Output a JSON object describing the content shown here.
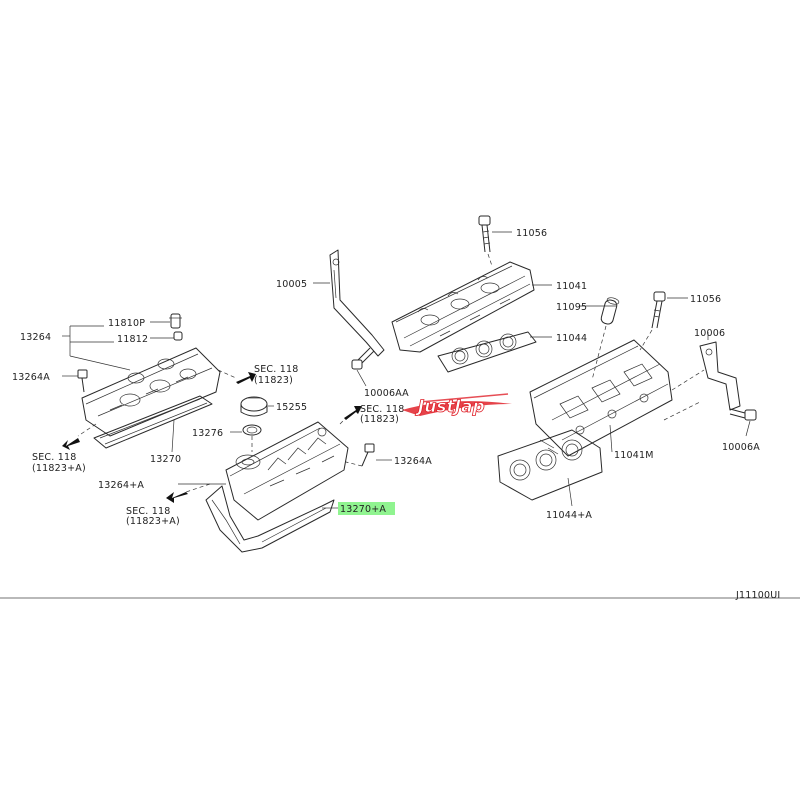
{
  "diagram": {
    "labels": {
      "p11056_top": "11056",
      "p10005": "10005",
      "p11041": "11041",
      "p11095": "11095",
      "p11056_right": "11056",
      "p11044": "11044",
      "p10006": "10006",
      "p13264": "13264",
      "p11810p": "11810P",
      "p11812": "11812",
      "p13264a_left": "13264A",
      "sec118_a_title": "SEC. 118",
      "sec118_a_ref": "(11823)",
      "p10006aa": "10006AA",
      "p15255": "15255",
      "sec118_b_title": "SEC. 118",
      "sec118_b_ref": "(11823)",
      "sec118_c_title": "SEC. 118",
      "sec118_c_ref": "(11823+A)",
      "p13270": "13270",
      "p13276": "13276",
      "p13264a_right": "13264A",
      "p11041m": "11041M",
      "p10006a": "10006A",
      "p13264plusa": "13264+A",
      "sec118_d_title": "SEC. 118",
      "sec118_d_ref": "(11823+A)",
      "p13270plusa": "13270+A",
      "p11044plusa": "11044+A",
      "drawing_code": "J11100UI"
    },
    "watermark": "JustJap",
    "highlighted_part": "13270+A",
    "colors": {
      "line": "#2a2a2a",
      "highlight": "#7df27d",
      "watermark_red": "#e0222a"
    }
  }
}
